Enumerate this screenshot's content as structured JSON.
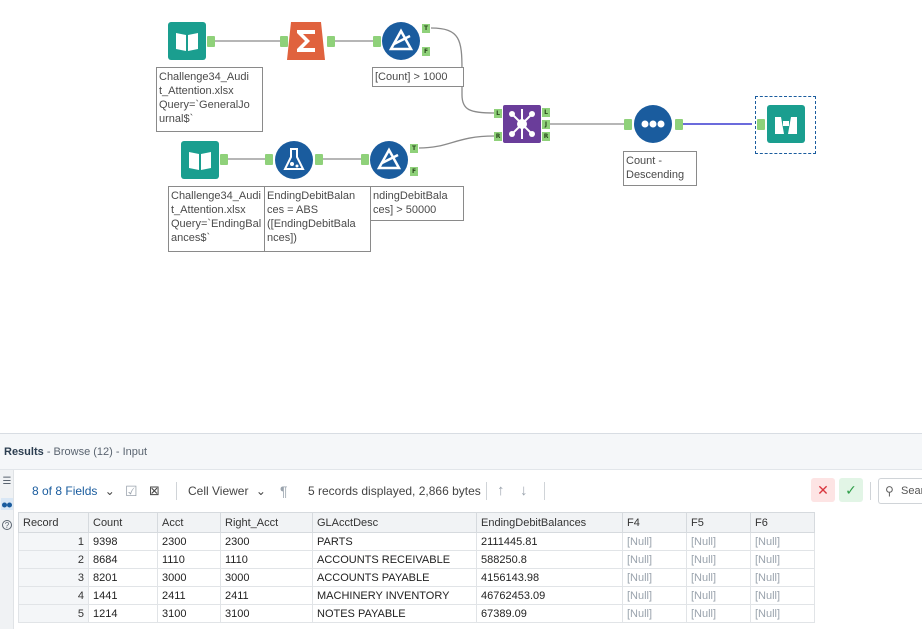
{
  "workflow": {
    "annotations": {
      "input1": "Challenge34_Audi\nt_Attention.xlsx\nQuery=`GeneralJo\nurnal$`",
      "filter1": "[Count] > 1000",
      "input2": "Challenge34_Audi\nt_Attention.xlsx\nQuery=`EndingBal\nances$`",
      "formula": "EndingDebitBalan\nces = ABS\n([EndingDebitBala\nnces])",
      "filter2": "ndingDebitBala\nces] > 50000",
      "sort": "Count -\nDescending"
    },
    "anchor_labels": {
      "true": "T",
      "false": "F",
      "left": "L",
      "right": "R",
      "join": "J"
    },
    "colors": {
      "input": "#1a9e8f",
      "summarize": "#e0623e",
      "filter": "#1a5c9e",
      "join": "#6a3d9a",
      "sort": "#1a5c9e",
      "browse": "#1a9e8f",
      "anchor": "#8fd17a"
    }
  },
  "results": {
    "title": "Results",
    "subtitle": "- Browse (12) - Input",
    "fields_label": "8 of 8 Fields",
    "cell_viewer_label": "Cell Viewer",
    "record_info": "5 records displayed, 2,866 bytes",
    "search_label": "Sear",
    "columns": [
      "Record",
      "Count",
      "Acct",
      "Right_Acct",
      "GLAcctDesc",
      "EndingDebitBalances",
      "F4",
      "F5",
      "F6"
    ],
    "rows": [
      [
        "1",
        "9398",
        "2300",
        "2300",
        "PARTS",
        "2111445.81",
        "[Null]",
        "[Null]",
        "[Null]"
      ],
      [
        "2",
        "8684",
        "1110",
        "1110",
        "ACCOUNTS RECEIVABLE",
        "588250.8",
        "[Null]",
        "[Null]",
        "[Null]"
      ],
      [
        "3",
        "8201",
        "3000",
        "3000",
        "ACCOUNTS PAYABLE",
        "4156143.98",
        "[Null]",
        "[Null]",
        "[Null]"
      ],
      [
        "4",
        "1441",
        "2411",
        "2411",
        "MACHINERY INVENTORY",
        "46762453.09",
        "[Null]",
        "[Null]",
        "[Null]"
      ],
      [
        "5",
        "1214",
        "3100",
        "3100",
        "NOTES PAYABLE",
        "67389.09",
        "[Null]",
        "[Null]",
        "[Null]"
      ]
    ]
  }
}
